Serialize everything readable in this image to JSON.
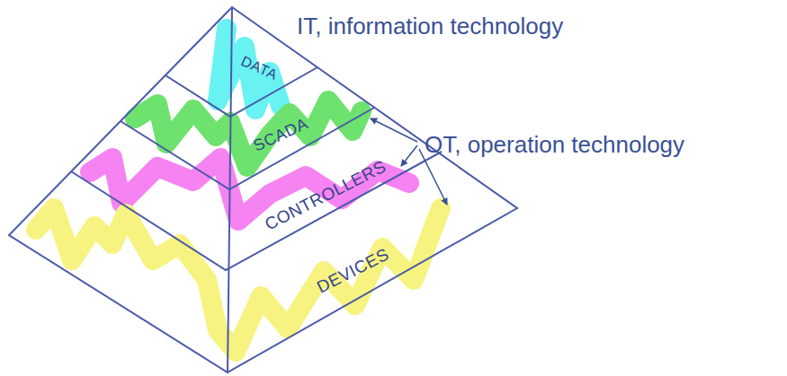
{
  "diagram": {
    "nodes": [
      {
        "text": [
          "DATA"
        ]
      },
      {
        "text": [
          "SCADA"
        ]
      },
      {
        "text": [
          "CONTROLLERS"
        ]
      },
      {
        "text": [
          "DEVICES"
        ]
      }
    ],
    "labels": [
      "IT, information technology",
      "OT, operation technology"
    ]
  }
}
